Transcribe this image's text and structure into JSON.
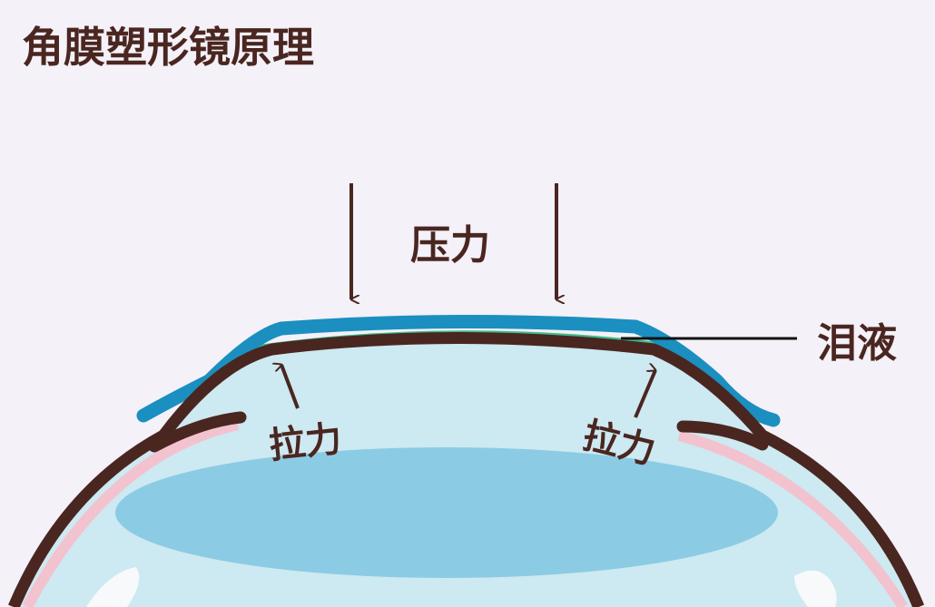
{
  "title": "角膜塑形镜原理",
  "labels": {
    "pressure": "压力",
    "tear_fluid": "泪液",
    "tension_left": "拉力",
    "tension_right": "拉力"
  },
  "colors": {
    "background": "#f4f1f8",
    "text": "#4a2620",
    "cornea_line": "#4a2620",
    "lens": "#1b8fc0",
    "tear_film": "#3dbb8a",
    "eye_fill": "#cde9f1",
    "inner_lens": "#8ccbe4",
    "pink": "#f2c3cf"
  }
}
